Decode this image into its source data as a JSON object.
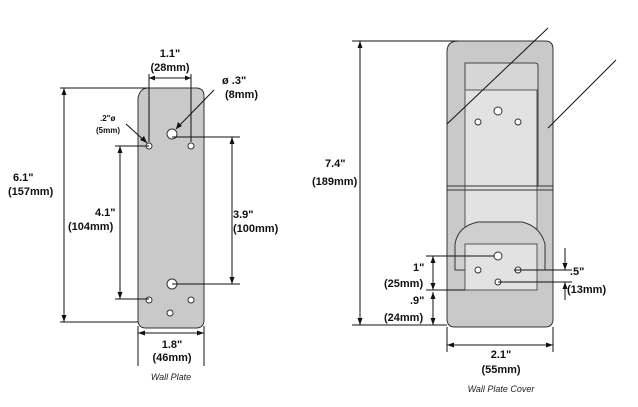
{
  "colors": {
    "plate_fill": "#c9c9c9",
    "outline": "#333333",
    "text": "#111111"
  },
  "wall_plate": {
    "caption": "Wall Plate",
    "dims": {
      "width_top": {
        "inch": "1.1\"",
        "mm": "(28mm)"
      },
      "large_hole": {
        "inch": "ø .3\"",
        "mm": "(8mm)"
      },
      "small_hole": {
        "inch": ".2\"ø",
        "mm": "(5mm)"
      },
      "height": {
        "inch": "6.1\"",
        "mm": "(157mm)"
      },
      "inner_left": {
        "inch": "4.1\"",
        "mm": "(104mm)"
      },
      "inner_right": {
        "inch": "3.9\"",
        "mm": "(100mm)"
      },
      "width_bottom": {
        "inch": "1.8\"",
        "mm": "(46mm)"
      }
    }
  },
  "cover": {
    "caption": "Wall Plate Cover",
    "dims": {
      "height": {
        "inch": "7.4\"",
        "mm": "(189mm)"
      },
      "d1": {
        "inch": "1\"",
        "mm": "(25mm)"
      },
      "d09": {
        "inch": ".9\"",
        "mm": "(24mm)"
      },
      "d05": {
        "inch": ".5\"",
        "mm": "(13mm)"
      },
      "width": {
        "inch": "2.1\"",
        "mm": "(55mm)"
      }
    }
  }
}
